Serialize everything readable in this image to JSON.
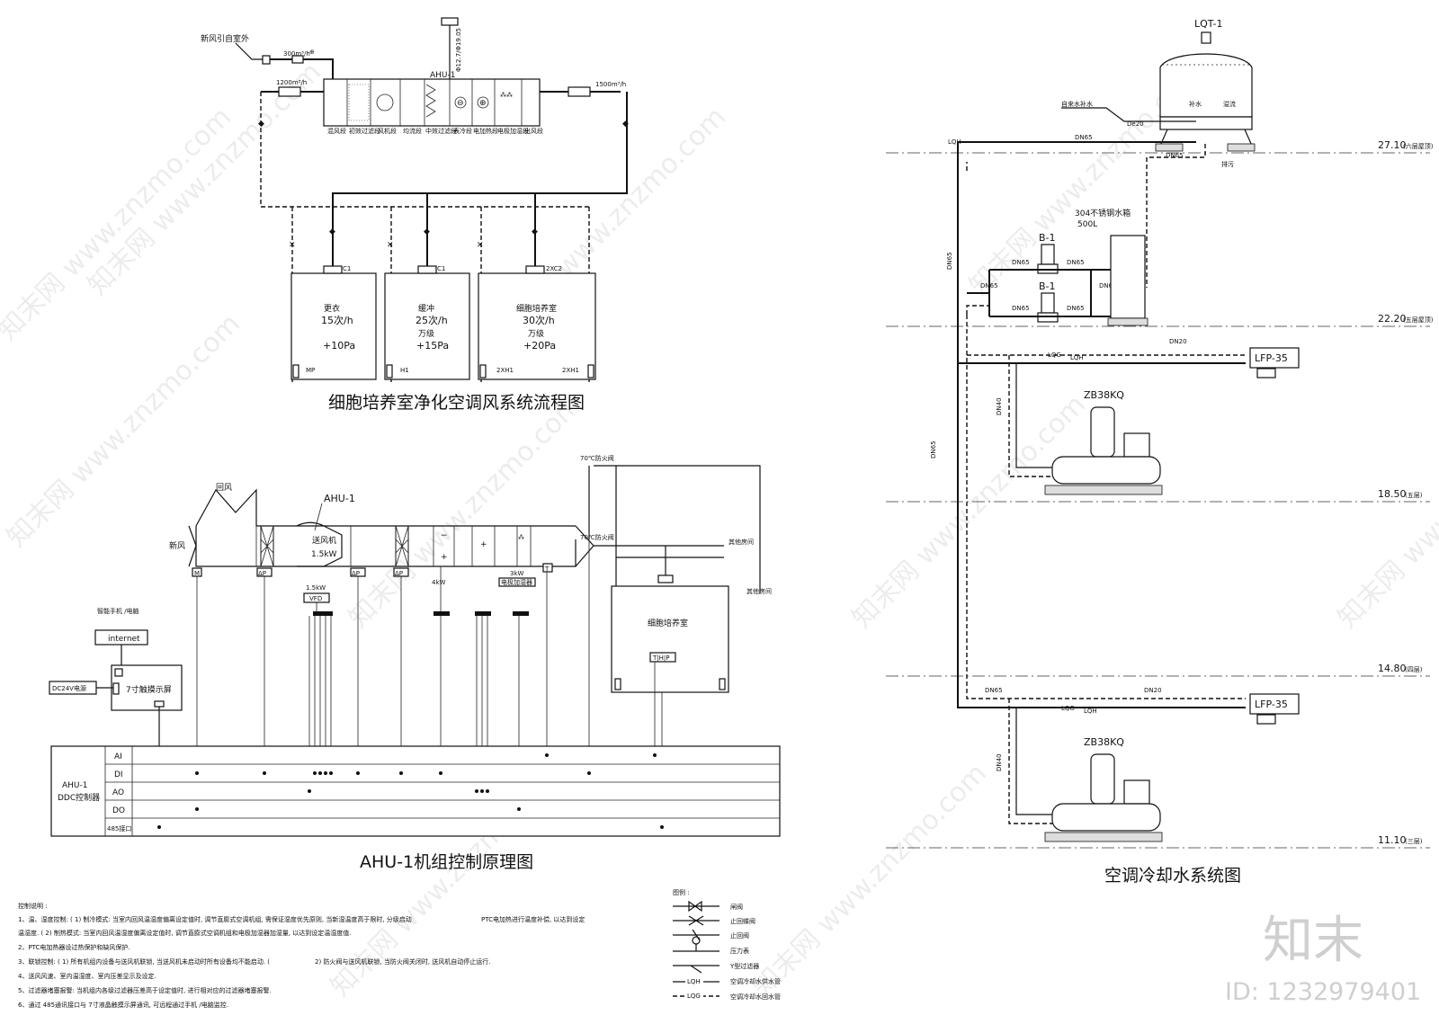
{
  "titles": {
    "airflow": "细胞培养室净化空调风系统流程图",
    "control": "AHU-1机组控制原理图",
    "water": "空调冷却水系统图"
  },
  "airflow": {
    "fresh_air_inlet": "新风引自室外",
    "flow_fresh": "300m³/h",
    "flow_return": "1200m³/h",
    "flow_supply": "1500m³/h",
    "ahu_label": "AHU-1",
    "pipe_note": "Φ12.7/Φ19.05",
    "sections": [
      "混风段",
      "初效过滤段",
      "风机段",
      "均流段",
      "中效过滤段",
      "表冷段",
      "电加热段",
      "电极加湿段",
      "出风段"
    ],
    "rooms": [
      {
        "name": "更衣",
        "ach": "15次/h",
        "grade": "",
        "pressure": "+10Pa",
        "outlet": "C1",
        "return_tag": "MP"
      },
      {
        "name": "缓冲",
        "ach": "25次/h",
        "grade": "万级",
        "pressure": "+15Pa",
        "outlet": "C1",
        "return_tag": "H1"
      },
      {
        "name": "细胞培养室",
        "ach": "30次/h",
        "grade": "万级",
        "pressure": "+20Pa",
        "outlet": "2XC2",
        "return_tag": "2XH1"
      }
    ]
  },
  "control": {
    "return_air": "回风",
    "fresh_air": "新风",
    "ahu_label": "AHU-1",
    "fan_name": "送风机",
    "fan_power": "1.5kW",
    "vfd": "VFD",
    "fan_rating": "1.5kW",
    "heater_power": "4kW",
    "humid_power": "3kW",
    "humidifier": "电极加湿器",
    "fire_damper": "70℃防火阀",
    "fire_damper_2": "70℃防火阀",
    "to_other_room": "其他房间",
    "to_other_room_2": "其他房间",
    "room": "细胞培养室",
    "sensor": "T|H|P",
    "phone": "智能手机   /电脑",
    "internet": "internet",
    "power": "DC24V电源",
    "touchscreen": "7寸触摸示屏",
    "ddc_line1": "AHU-1",
    "ddc_line2": "DDC控制器",
    "io_rows": [
      "AI",
      "DI",
      "AO",
      "DO",
      "485接口"
    ]
  },
  "water": {
    "tower": "LQT-1",
    "makeup": "自来水补水",
    "makeup_dn": "De20",
    "tower_makeup": "补水",
    "tower_overflow": "溢流",
    "drain": "排污",
    "tank": "304不锈钢水箱",
    "tank_volume": "500L",
    "pump": "B-1",
    "pump_2": "B-1",
    "unit": "LFP-35",
    "unit_2": "LFP-35",
    "chiller": "ZB38KQ",
    "chiller_2": "ZB38KQ",
    "lqh": "LQH",
    "lqg": "LQG",
    "dn_labels": [
      "DN65",
      "DN65",
      "DN65",
      "DN65",
      "DN65",
      "DN65",
      "DN65",
      "DN65",
      "DN65",
      "DN20",
      "DN20",
      "DN40",
      "DN40",
      "DN65",
      "DN65"
    ],
    "levels": [
      {
        "elev": "27.10",
        "floor": "(六层屋顶)"
      },
      {
        "elev": "22.20",
        "floor": "(五层屋顶)"
      },
      {
        "elev": "18.50",
        "floor": "(五层)"
      },
      {
        "elev": "14.80",
        "floor": "(四层)"
      },
      {
        "elev": "11.10",
        "floor": "(三层)"
      }
    ]
  },
  "notes": {
    "heading": "控制说明 :",
    "lines": [
      "1、温、湿度控制: (    1) 制冷模式: 当室内回风温湿度偏离设定值时, 调节直膨式空调机组, 需保证湿度优先原则, 当新湿温度高于限时, 分级启动",
      "温湿度. (    2) 制热模式: 当室内回风温湿度偏离设定值时, 调节直膨式空调机组和电极加湿器加湿量, 以达到设定温湿度值.",
      "2、PTC电加热器设过热保护和缺风保护.",
      "3、联锁控制: (    1) 所有机组内设备与送风机联锁, 当送风机未启动时所有设备均不能启动. (",
      "4、送风风速、室内温湿度、室内压差显示及设定.",
      "5、过滤器堵塞报警: 当机组内各级过滤器压差高于设定值时, 进行相对应的过滤器堵塞报警.",
      "6、通过 485通讯接口与   7寸液晶触摸示屏通讯, 可远程通过手机        /电脑监控."
    ],
    "ptc_note": "PTC电加热进行温度补偿, 以达到设定",
    "interlock_note": "2) 防火阀与送风机联锁, 当防火阀关闭时, 送风机自动停止运行."
  },
  "legend": {
    "heading": "图例 :",
    "items": [
      "闸阀",
      "止回蝶阀",
      "止回阀",
      "压力表",
      "Y型过滤器",
      "空调冷却水供水管",
      "空调冷却水回水管"
    ],
    "lqh": "LQH",
    "lqg": "LQG"
  },
  "brand": {
    "logo": "知末",
    "id": "ID: 1232979401",
    "watermark": "知末网 www.znzmo.com"
  }
}
